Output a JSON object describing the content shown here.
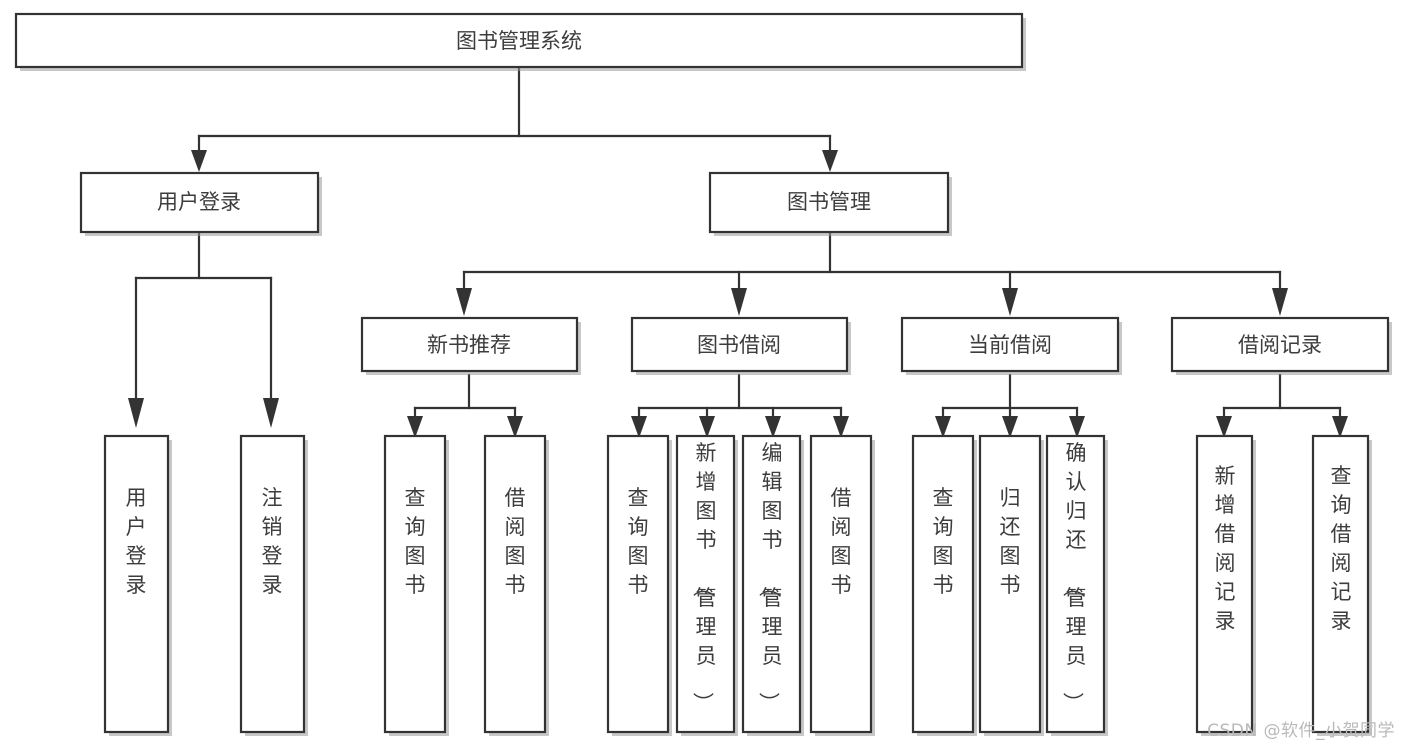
{
  "diagram": {
    "title": "图书管理系统",
    "type": "tree-hierarchy",
    "watermark": "CSDN @软件_小贺同学",
    "accent_color": "#333333",
    "box_fill": "#ffffff",
    "text_color": "#3d3d3d",
    "root": {
      "label": "图书管理系统",
      "children": [
        {
          "label": "用户登录",
          "children": [
            {
              "label": "用户登录"
            },
            {
              "label": "注销登录"
            }
          ]
        },
        {
          "label": "图书管理",
          "children": [
            {
              "label": "新书推荐",
              "children": [
                {
                  "label": "查询图书"
                },
                {
                  "label": "借阅图书"
                }
              ]
            },
            {
              "label": "图书借阅",
              "children": [
                {
                  "label": "查询图书"
                },
                {
                  "label": "新增图书（管理员）"
                },
                {
                  "label": "编辑图书（管理员）"
                },
                {
                  "label": "借阅图书"
                }
              ]
            },
            {
              "label": "当前借阅",
              "children": [
                {
                  "label": "查询图书"
                },
                {
                  "label": "归还图书"
                },
                {
                  "label": "确认归还（管理员）"
                }
              ]
            },
            {
              "label": "借阅记录",
              "children": [
                {
                  "label": "新增借阅记录"
                },
                {
                  "label": "查询借阅记录"
                }
              ]
            }
          ]
        }
      ]
    },
    "nodes": {
      "root_title": "图书管理系统",
      "l2_user_login": "用户登录",
      "l2_book_manage": "图书管理",
      "l3_new_book": "新书推荐",
      "l3_borrow": "图书借阅",
      "l3_current": "当前借阅",
      "l3_record": "借阅记录",
      "leaf_user_login": "用户登录",
      "leaf_logout": "注销登录",
      "leaf_nb_query": "查询图书",
      "leaf_nb_borrow": "借阅图书",
      "leaf_bl_query": "查询图书",
      "leaf_bl_add": "新增图书（管理员）",
      "leaf_bl_edit": "编辑图书（管理员）",
      "leaf_bl_borrow": "借阅图书",
      "leaf_cur_query": "查询图书",
      "leaf_cur_return": "归还图书",
      "leaf_cur_confirm": "确认归还（管理员）",
      "leaf_rec_add": "新增借阅记录",
      "leaf_rec_query": "查询借阅记录"
    }
  }
}
